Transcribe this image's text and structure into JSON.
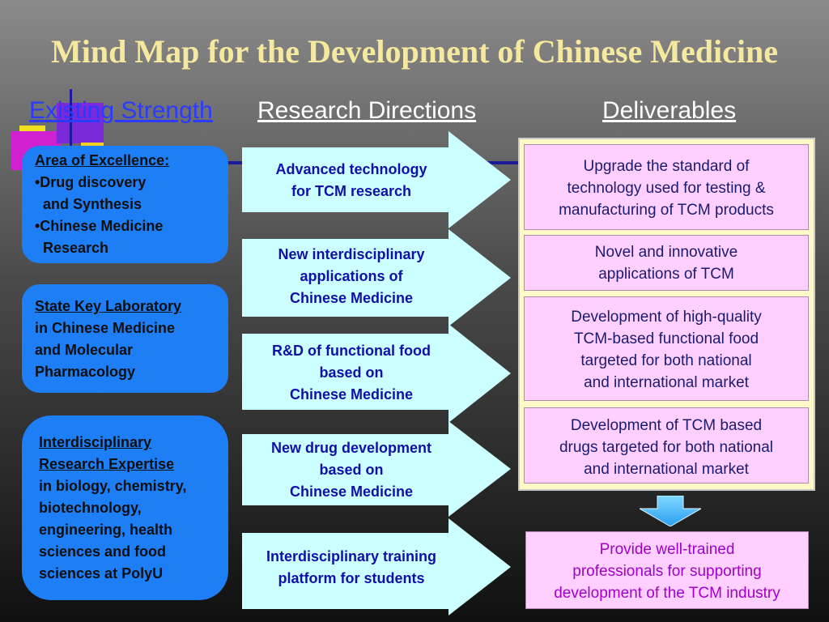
{
  "title": "Mind Map for the Development of Chinese Medicine",
  "columns": {
    "existing": "Existing Strength",
    "research": "Research Directions",
    "deliverables": "Deliverables"
  },
  "strengths": {
    "excellence": {
      "heading": "Area of Excellence:",
      "items": [
        "•Drug discovery",
        "and Synthesis",
        "•Chinese Medicine",
        "Research"
      ]
    },
    "lab": {
      "heading": "State Key Laboratory",
      "lines": [
        "in Chinese Medicine",
        "and Molecular",
        "Pharmacology"
      ]
    },
    "expertise": {
      "heading1": "Interdisciplinary",
      "heading2": "Research Expertise",
      "lines": [
        "in biology, chemistry,",
        "biotechnology,",
        "engineering, health",
        "sciences and food",
        "sciences at PolyU"
      ]
    }
  },
  "directions": [
    [
      "Advanced technology",
      "for TCM research"
    ],
    [
      "New interdisciplinary",
      "applications of",
      "Chinese Medicine"
    ],
    [
      "R&D of functional food",
      "based on",
      "Chinese Medicine"
    ],
    [
      "New drug development",
      "based on",
      "Chinese Medicine"
    ],
    [
      "Interdisciplinary training",
      "platform for students"
    ]
  ],
  "deliverables": [
    [
      "Upgrade the standard of",
      "technology used for testing &",
      "manufacturing of TCM products"
    ],
    [
      "Novel and innovative",
      "applications of TCM"
    ],
    [
      "Development of high-quality",
      "TCM-based functional food",
      "targeted for both national",
      "and international market"
    ],
    [
      "Development of TCM based",
      "drugs targeted for both national",
      "and international market"
    ]
  ],
  "final_deliverable": [
    "Provide well-trained",
    "professionals for supporting",
    "development of the TCM industry"
  ],
  "colors": {
    "title": "#f5e9a0",
    "strength_box": "#1e7ef5",
    "arrow_fill": "#ccffff",
    "arrow_text": "#1010a8",
    "deliverable_fill": "#ffd0ff",
    "panel_fill": "#fff9c8",
    "final_text": "#a000c8"
  }
}
